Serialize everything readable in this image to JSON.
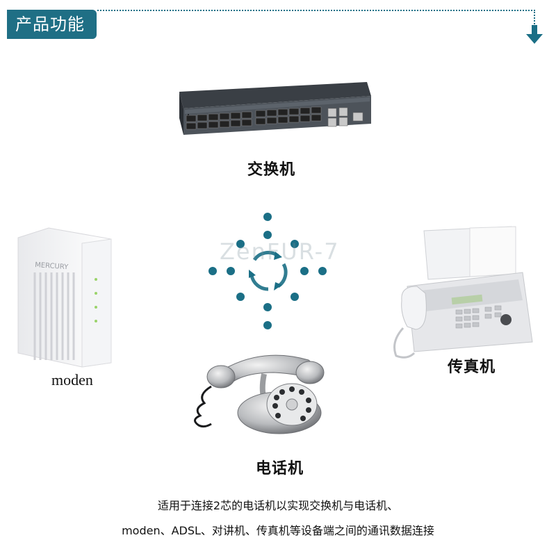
{
  "header": {
    "title": "产品功能"
  },
  "devices": {
    "switch_label": "交换机",
    "modem_label": "moden",
    "fax_label": "传真机",
    "phone_label": "电话机"
  },
  "center": {
    "watermark": "ZenFUR-7"
  },
  "modem_brand": "MERCURY",
  "description": {
    "line1": "适用于连接2芯的电话机以实现交换机与电话机、",
    "line2": "moden、ADSL、对讲机、传真机等设备端之间的通讯数据连接"
  },
  "colors": {
    "accent": "#1f6f85",
    "dot": "#1b6f86"
  },
  "icons": [
    "arrow-down-icon",
    "network-switch-icon",
    "modem-icon",
    "fax-machine-icon",
    "rotary-phone-icon",
    "cycle-icon"
  ]
}
